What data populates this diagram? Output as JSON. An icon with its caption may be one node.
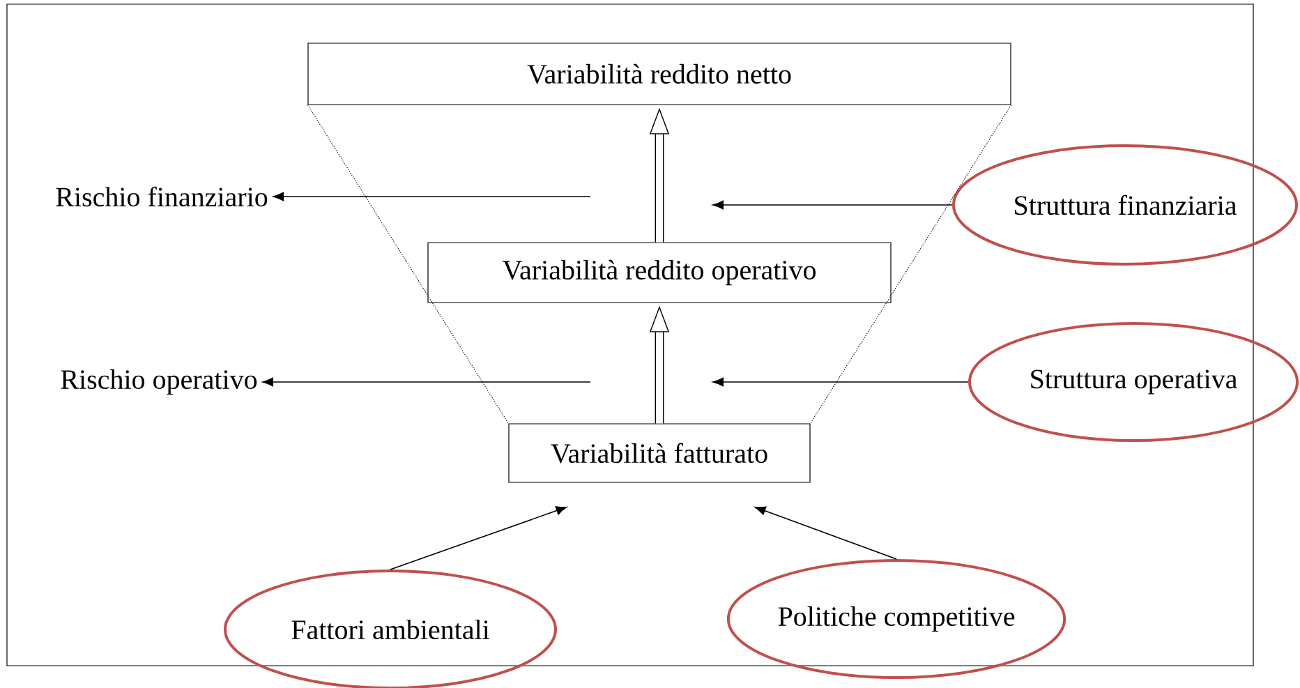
{
  "diagram": {
    "nodes": [
      {
        "text": [
          "Variabilità reddito netto"
        ]
      },
      {
        "text": [
          "Rischio finanziario"
        ]
      },
      {
        "text": [
          "Struttura finanziaria"
        ]
      },
      {
        "text": [
          "Variabilità reddito operativo"
        ]
      },
      {
        "text": [
          "Rischio operativo"
        ]
      },
      {
        "text": [
          "Struttura operativa"
        ]
      },
      {
        "text": [
          "Variabilità fatturato"
        ]
      },
      {
        "text": [
          "Fattori ambientali"
        ]
      },
      {
        "text": [
          "Politiche competitive"
        ]
      }
    ],
    "edges": [
      {
        "from": null,
        "to": 1,
        "arrow": "to"
      },
      {
        "from": 2,
        "to": null,
        "arrow": "to"
      },
      {
        "from": 3,
        "to": 0,
        "arrow": "to",
        "style": "thick"
      },
      {
        "from": null,
        "to": 4,
        "arrow": "to"
      },
      {
        "from": 5,
        "to": null,
        "arrow": "to"
      },
      {
        "from": 6,
        "to": 3,
        "arrow": "to",
        "style": "thick"
      },
      {
        "from": 7,
        "to": 6,
        "arrow": "to"
      },
      {
        "from": 8,
        "to": 6,
        "arrow": "to"
      },
      {
        "from": 0,
        "to": 6,
        "arrow": "none",
        "style": "dashed"
      },
      {
        "from": 0,
        "to": 6,
        "arrow": "none",
        "style": "dashed"
      }
    ]
  }
}
